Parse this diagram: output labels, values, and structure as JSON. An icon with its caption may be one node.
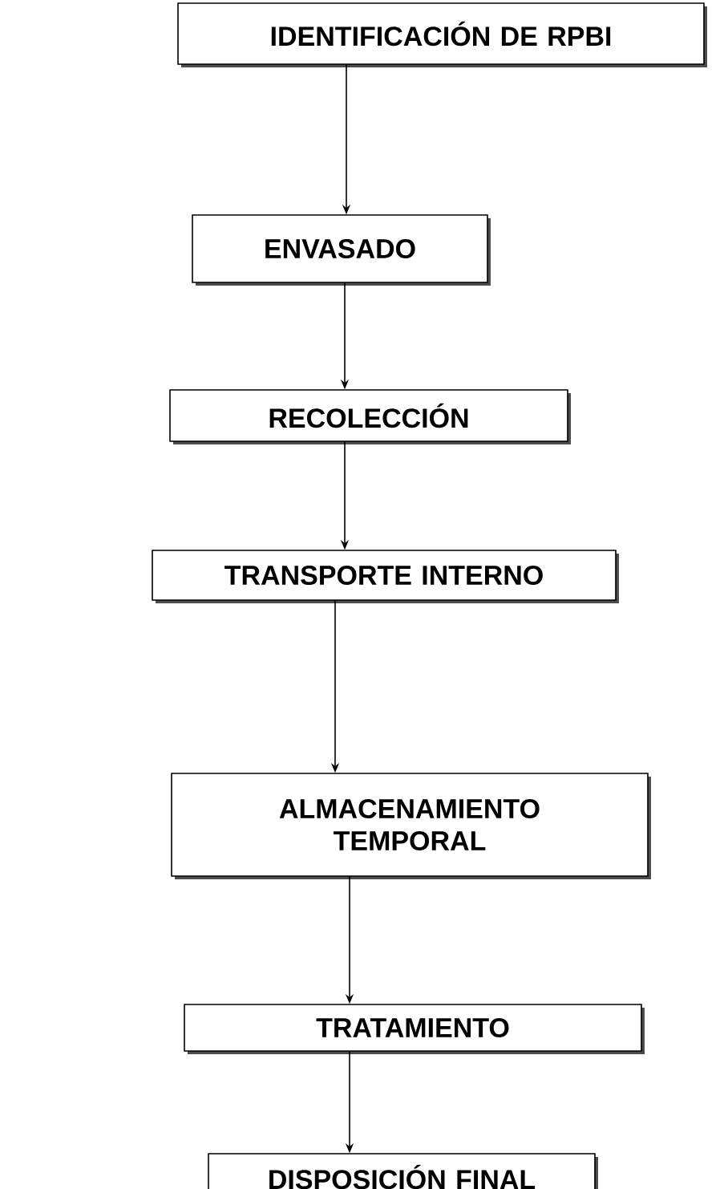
{
  "diagram": {
    "nodes": [
      {
        "text": [
          "IDENTIFICACIÓN DE RPBI"
        ]
      },
      {
        "text": [
          "ENVASADO"
        ]
      },
      {
        "text": [
          "RECOLECCIÓN"
        ]
      },
      {
        "text": [
          "TRANSPORTE INTERNO"
        ]
      },
      {
        "text": [
          "ALMACENAMIENTO TEMPORAL"
        ]
      },
      {
        "text": [
          "TRATAMIENTO"
        ]
      },
      {
        "text": [
          "DISPOSICIÓN FINAL"
        ]
      }
    ],
    "edges": [
      {
        "from": 0,
        "to": 1,
        "arrow": "to"
      },
      {
        "from": 1,
        "to": 2,
        "arrow": "to"
      },
      {
        "from": 2,
        "to": 3,
        "arrow": "to"
      },
      {
        "from": 3,
        "to": 4,
        "arrow": "to"
      },
      {
        "from": 4,
        "to": 5,
        "arrow": "to"
      },
      {
        "from": 5,
        "to": 6,
        "arrow": "to"
      }
    ]
  }
}
